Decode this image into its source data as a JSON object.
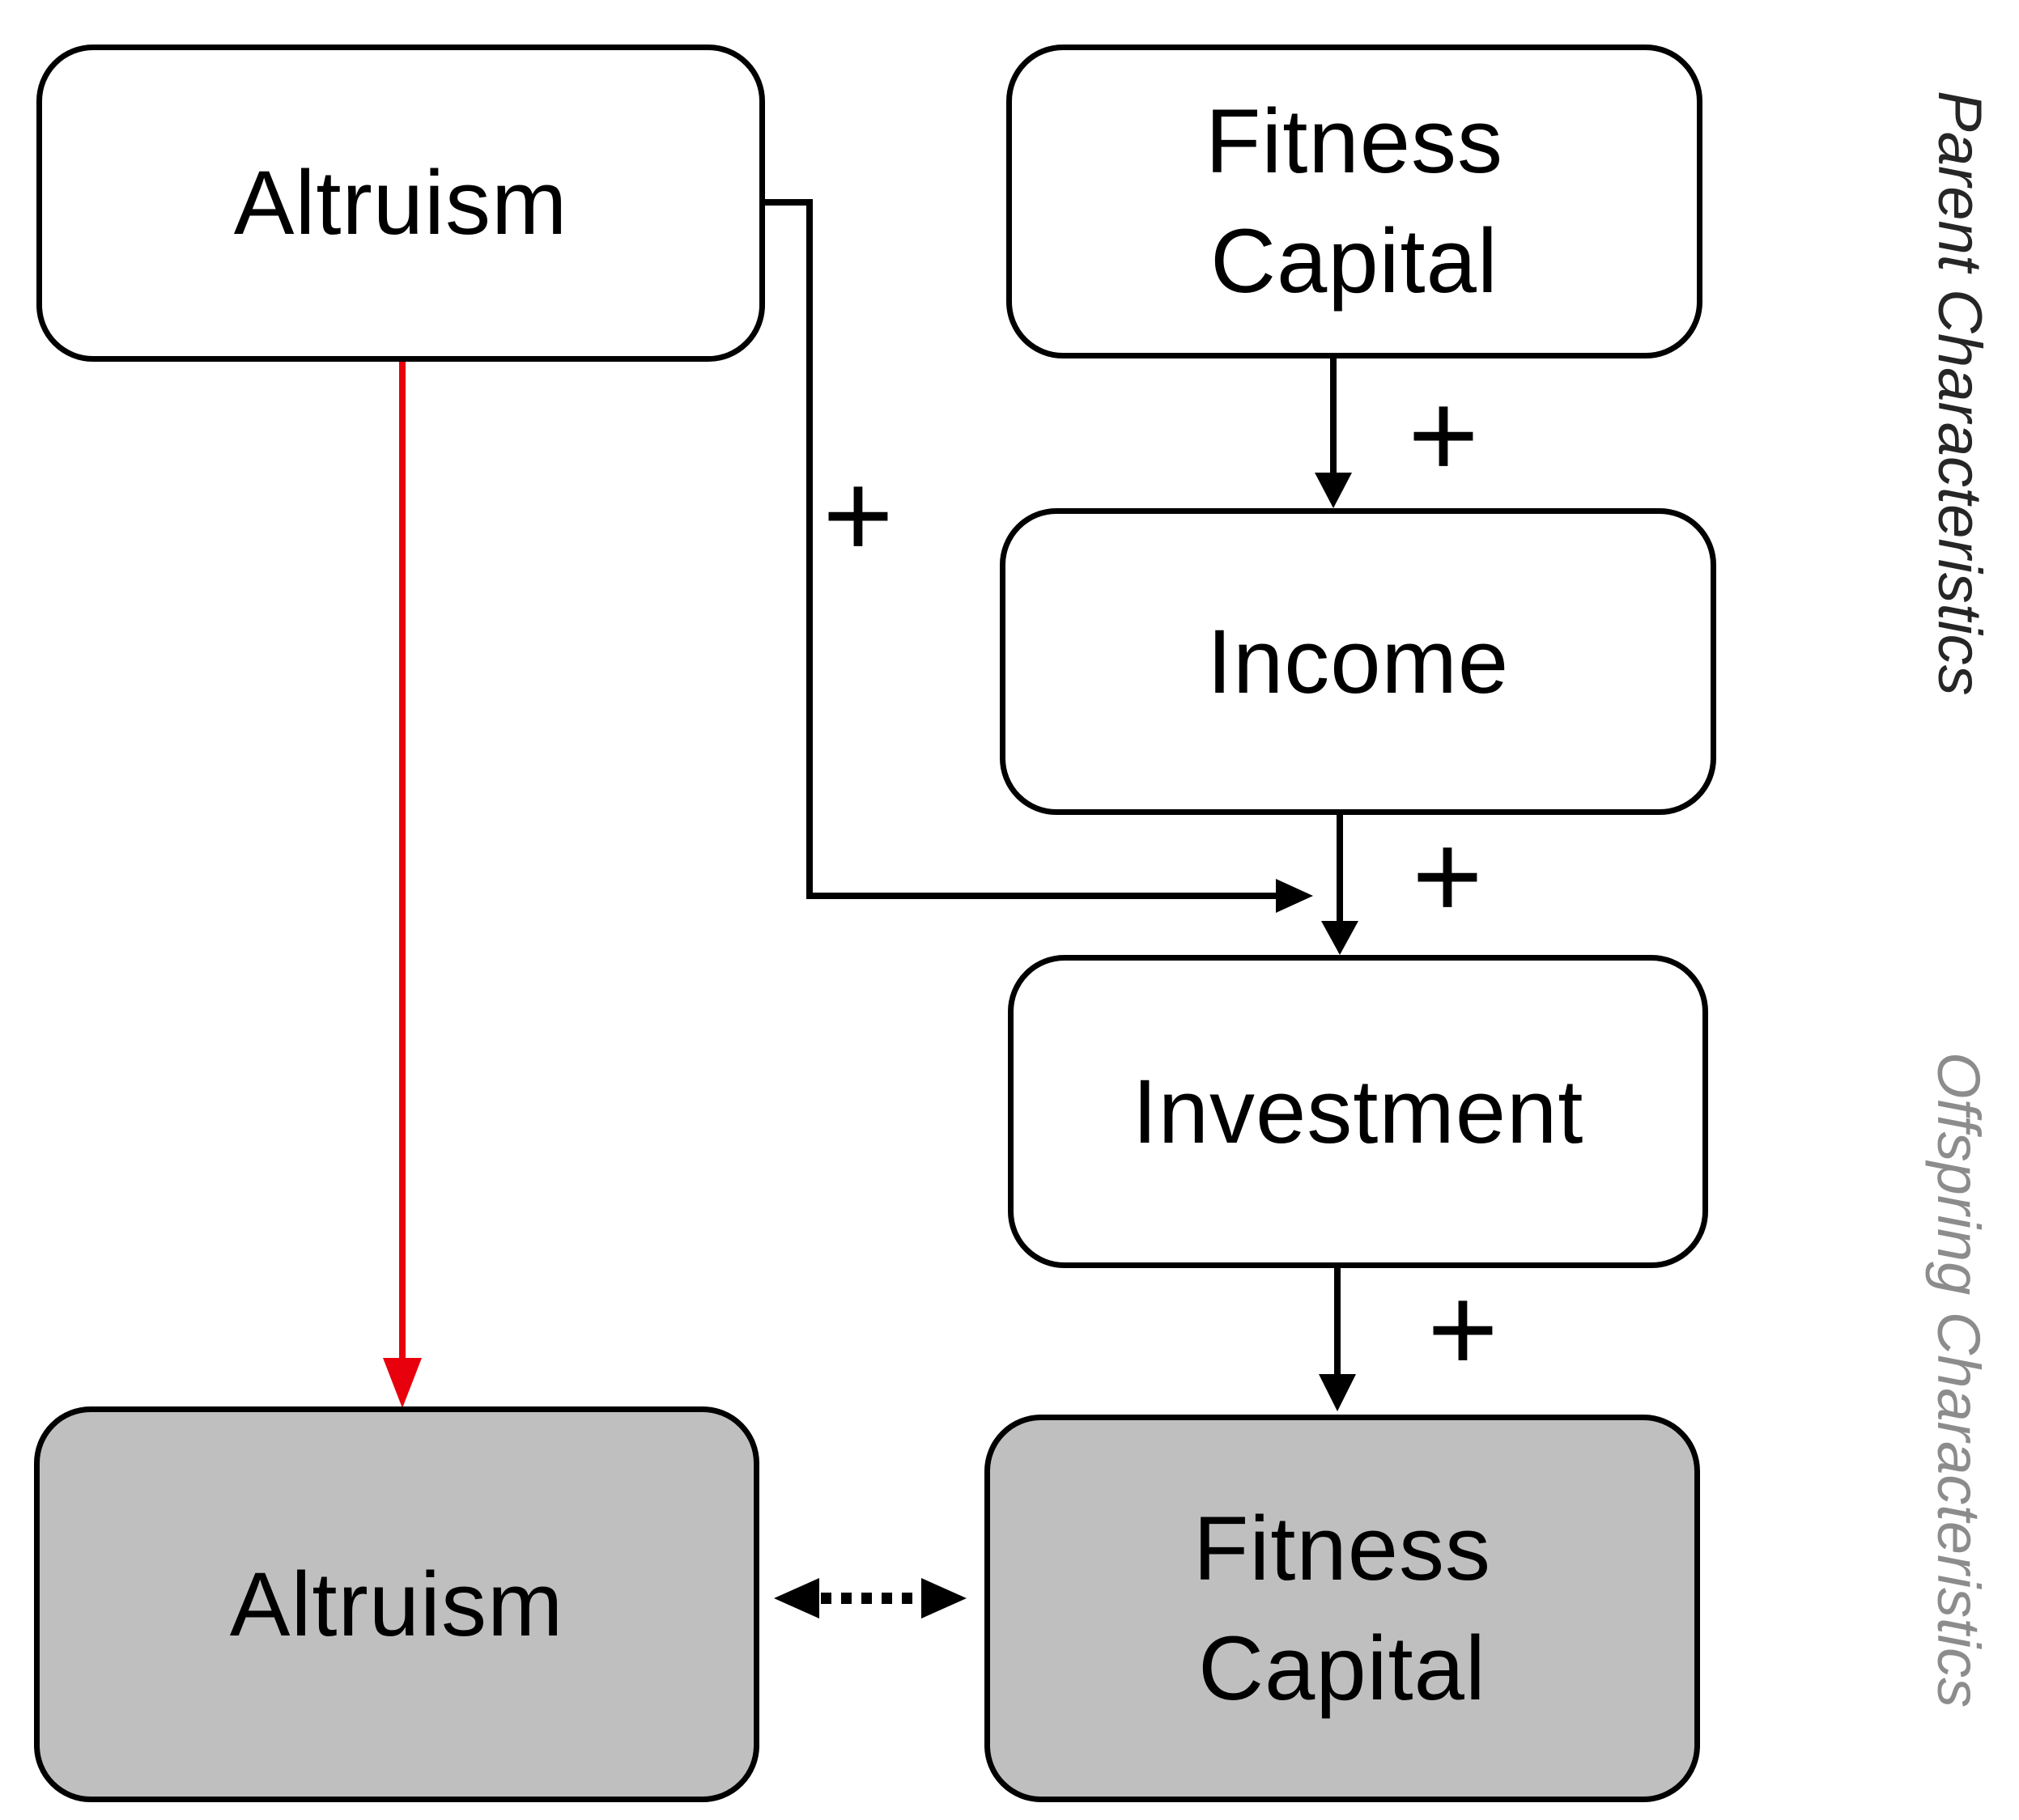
{
  "diagram": {
    "background": "#ffffff",
    "side_labels": {
      "parent": {
        "text": "Parent Characteristics",
        "color": "#262626"
      },
      "offspring": {
        "text": "Offspring Characteristics",
        "color": "#8c8c8c"
      }
    },
    "nodes": {
      "altruism_parent": {
        "label": "Altruism",
        "fill": "#ffffff",
        "border": "#000000"
      },
      "fitness_capital_parent": {
        "line1": "Fitness",
        "line2": "Capital",
        "fill": "#ffffff",
        "border": "#000000"
      },
      "income": {
        "label": "Income",
        "fill": "#ffffff",
        "border": "#000000"
      },
      "investment": {
        "label": "Investment",
        "fill": "#ffffff",
        "border": "#000000"
      },
      "altruism_offspring": {
        "label": "Altruism",
        "fill": "#bfbfbf",
        "border": "#000000"
      },
      "fitness_capital_offspring": {
        "line1": "Fitness",
        "line2": "Capital",
        "fill": "#bfbfbf",
        "border": "#000000"
      }
    },
    "edges": {
      "fitness_capital_to_income": {
        "from": "Fitness Capital (parent)",
        "to": "Income",
        "sign": "+",
        "style": "solid-arrow",
        "color": "#000000"
      },
      "altruism_to_investment": {
        "from": "Altruism (parent)",
        "to": "Investment",
        "sign": "+",
        "style": "elbow-arrow",
        "color": "#000000"
      },
      "income_to_investment": {
        "from": "Income",
        "to": "Investment",
        "sign": "+",
        "style": "solid-arrow",
        "color": "#000000"
      },
      "investment_to_fitness_capital": {
        "from": "Investment",
        "to": "Fitness Capital (offspring)",
        "sign": "+",
        "style": "solid-arrow",
        "color": "#000000"
      },
      "altruism_to_altruism": {
        "from": "Altruism (parent)",
        "to": "Altruism (offspring)",
        "sign": "",
        "style": "solid-arrow",
        "color": "#e8000d"
      },
      "altruism_fitness_capital_correlation": {
        "from": "Altruism (offspring)",
        "to": "Fitness Capital (offspring)",
        "sign": "",
        "style": "dotted-double-arrow",
        "color": "#000000"
      }
    }
  }
}
